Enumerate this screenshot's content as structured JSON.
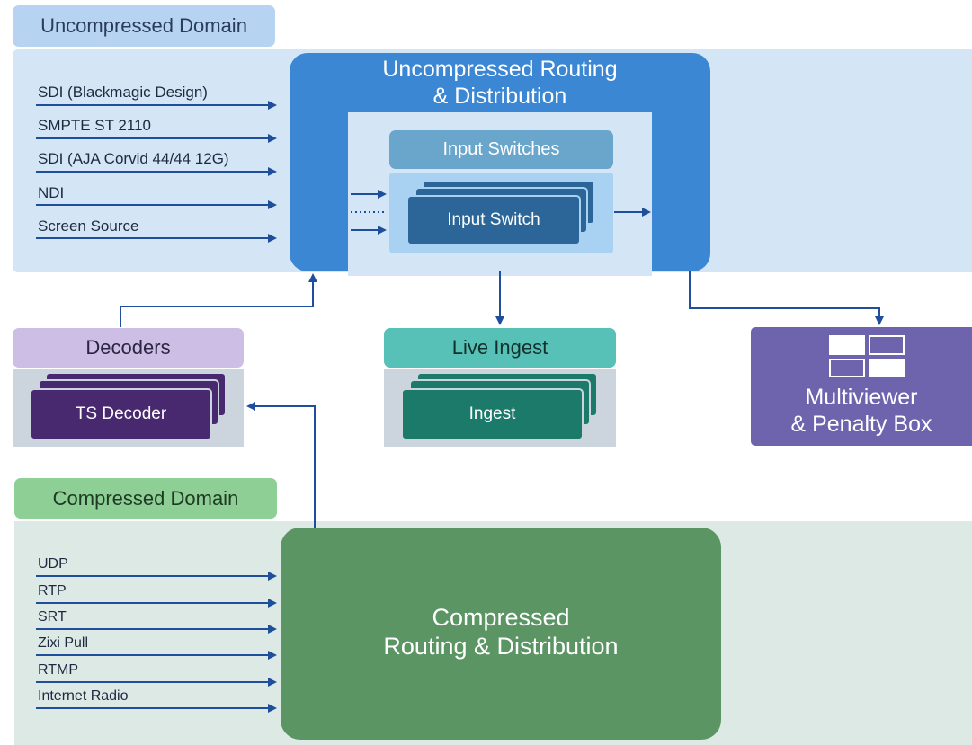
{
  "uncompressed": {
    "domain_label": "Uncompressed Domain",
    "router_title_line1": "Uncompressed Routing",
    "router_title_line2": "& Distribution",
    "inputs": [
      "SDI (Blackmagic Design)",
      "SMPTE ST 2110",
      "SDI (AJA Corvid 44/44 12G)",
      "NDI",
      "Screen Source"
    ],
    "input_switches_label": "Input Switches",
    "input_switch_card": "Input Switch"
  },
  "decoders": {
    "label": "Decoders",
    "card": "TS Decoder"
  },
  "live_ingest": {
    "label": "Live Ingest",
    "card": "Ingest"
  },
  "multiviewer": {
    "line1": "Multiviewer",
    "line2": "& Penalty Box"
  },
  "compressed": {
    "domain_label": "Compressed Domain",
    "router_title_line1": "Compressed",
    "router_title_line2": "Routing & Distribution",
    "inputs": [
      "UDP",
      "RTP",
      "SRT",
      "Zixi Pull",
      "RTMP",
      "Internet Radio"
    ]
  },
  "colors": {
    "uncompressed_bg": "#d4e6f6",
    "router_blue": "#3b87d3",
    "switches_blue": "#6aa6cc",
    "switch_card": "#2c6698",
    "decoder_purple": "#48296f",
    "ingest_teal": "#1c7a6b",
    "multiviewer": "#6e64ae",
    "compressed_bg": "#dde9e4",
    "compressed_router": "#5a9563",
    "arrow": "#1f4e9a"
  }
}
